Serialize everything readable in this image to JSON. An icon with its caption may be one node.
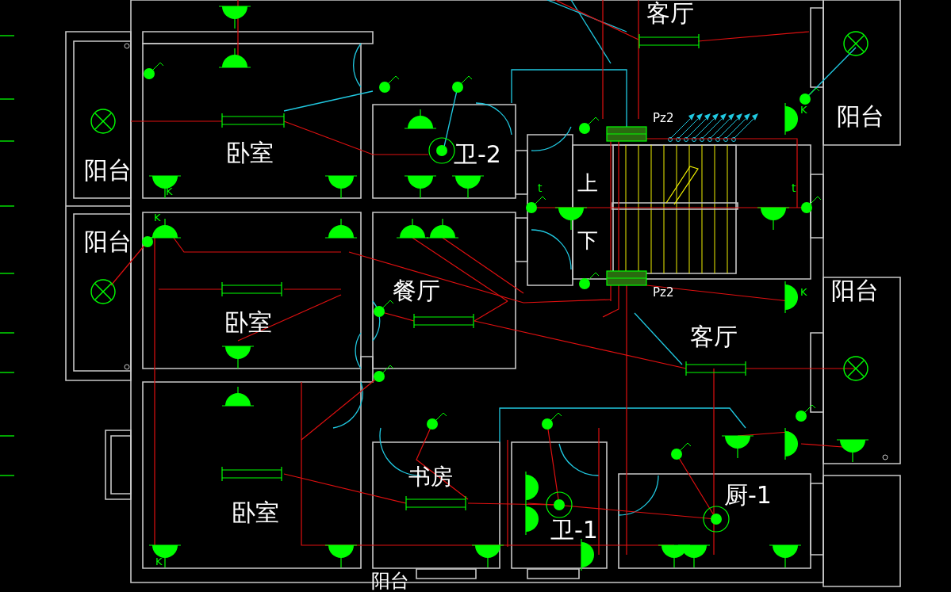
{
  "diagram": {
    "labels": [
      "客厅",
      "Pz2",
      "阳台",
      "卧室",
      "卫-2",
      "阳台",
      "上",
      "t",
      "t",
      "K",
      "K",
      "阳台",
      "下",
      "餐厅",
      "Pz2",
      "K",
      "阳台",
      "卧室",
      "客厅",
      "书房",
      "卧室",
      "厨-1",
      "卫-1",
      "K",
      "K",
      "阳台"
    ]
  }
}
